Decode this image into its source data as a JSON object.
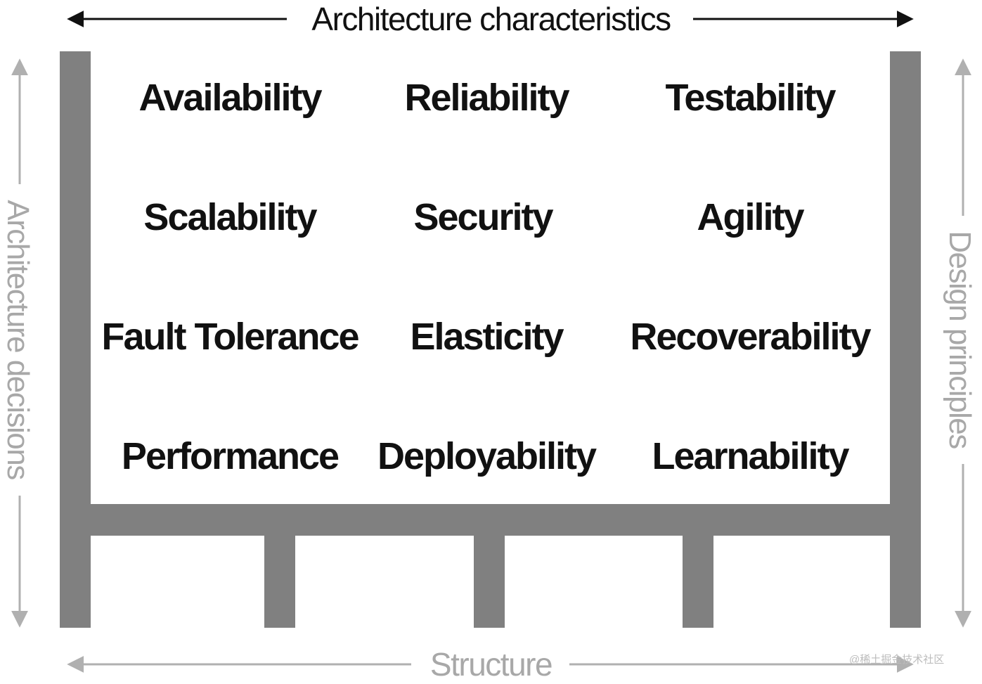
{
  "titles": {
    "top": "Architecture characteristics",
    "bottom": "Structure",
    "left": "Architecture decisions",
    "right": "Design principles"
  },
  "characteristics": [
    [
      "Availability",
      "Reliability",
      "Testability"
    ],
    [
      "Scalability",
      "Security",
      "Agility"
    ],
    [
      "Fault Tolerance",
      "Elasticity",
      "Recoverability"
    ],
    [
      "Performance",
      "Deployability",
      "Learnability"
    ]
  ],
  "watermark": "@稀土掘金技术社区",
  "colors": {
    "frame": "#808080",
    "primary_text": "#111111",
    "secondary_text": "#a8a8a8",
    "black_arrow": "#111111",
    "gray_arrow": "#b0b0b0"
  }
}
